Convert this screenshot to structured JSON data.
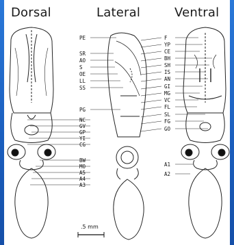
{
  "views": {
    "dorsal": "Dorsal",
    "lateral": "Lateral",
    "ventral": "Ventral"
  },
  "left_labels": [
    "PE",
    "SR",
    "AO",
    "S",
    "OE",
    "LL",
    "SS",
    "PG",
    "NC",
    "GV",
    "GP",
    "YI",
    "CG",
    "BW",
    "MO",
    "A5",
    "A4",
    "A3"
  ],
  "right_labels": [
    "F",
    "YP",
    "CE",
    "BH",
    "SH",
    "IS",
    "AN",
    "GI",
    "MG",
    "VC",
    "FL",
    "SL",
    "FG",
    "GO",
    "A1",
    "A2"
  ],
  "scale_bar": ".5 mm",
  "colors": {
    "background": "#1f63c4",
    "panel": "#ffffff",
    "ink": "#111111"
  }
}
